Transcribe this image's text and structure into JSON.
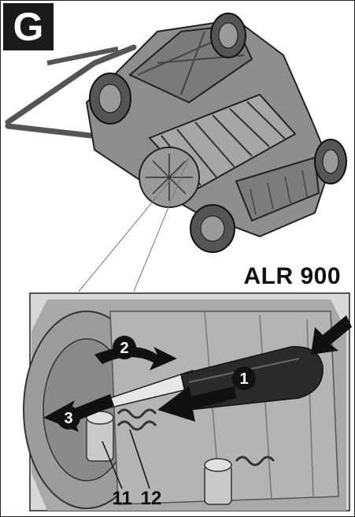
{
  "figure": {
    "badge": "G",
    "model": "ALR 900"
  },
  "steps": [
    "1",
    "2",
    "3"
  ],
  "callouts": [
    "11",
    "12"
  ],
  "colors": {
    "badge_bg": "#1a1a1a",
    "step_circle": "#1a1a1a",
    "machine_body": "#8c8c8c",
    "outline": "#222222"
  }
}
